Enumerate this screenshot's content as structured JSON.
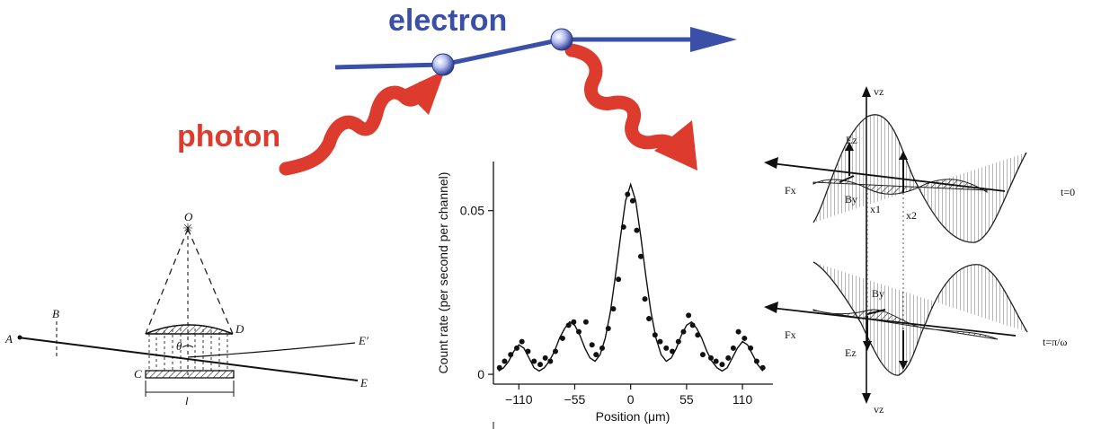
{
  "scattering": {
    "electron_label": "electron",
    "photon_label": "photon",
    "colors": {
      "electron": "#3a4fa8",
      "photon": "#dd3b2e"
    }
  },
  "microscope": {
    "labels": {
      "O": "O",
      "A": "A",
      "B": "B",
      "C": "C",
      "D": "D",
      "E": "E",
      "E_prime": "E′",
      "l": "l",
      "theta": "θ"
    }
  },
  "chart_data": {
    "type": "scatter",
    "xlabel": "Position (μm)",
    "ylabel": "Count rate (per second per channel)",
    "xlim": [
      -135,
      140
    ],
    "ylim": [
      -0.003,
      0.065
    ],
    "x_ticks": [
      -110,
      -55,
      0,
      55,
      110
    ],
    "x_tick_labels": [
      "−110",
      "−55",
      "0",
      "55",
      "110"
    ],
    "y_ticks": [
      0,
      0.05
    ],
    "y_tick_labels": [
      "0",
      "0.05"
    ],
    "series": [
      {
        "kind": "points",
        "x": [
          -129,
          -124,
          -118,
          -112,
          -107,
          -101,
          -95,
          -89,
          -84,
          -79,
          -74,
          -67,
          -61,
          -56,
          -51,
          -44,
          -38,
          -34,
          -28,
          -22,
          -17,
          -12,
          -7,
          -3,
          2,
          6,
          10,
          14,
          18,
          24,
          29,
          35,
          41,
          47,
          52,
          57,
          61,
          66,
          71,
          79,
          84,
          90,
          96,
          101,
          106,
          112,
          118,
          124,
          130
        ],
        "y": [
          0.002,
          0.004,
          0.006,
          0.008,
          0.01,
          0.007,
          0.004,
          0.003,
          0.005,
          0.004,
          0.007,
          0.011,
          0.015,
          0.016,
          0.013,
          0.016,
          0.009,
          0.006,
          0.008,
          0.014,
          0.02,
          0.029,
          0.045,
          0.055,
          0.053,
          0.044,
          0.036,
          0.023,
          0.017,
          0.012,
          0.01,
          0.008,
          0.007,
          0.01,
          0.013,
          0.018,
          0.015,
          0.012,
          0.006,
          0.005,
          0.004,
          0.003,
          0.005,
          0.008,
          0.013,
          0.011,
          0.008,
          0.004,
          0.002
        ]
      },
      {
        "kind": "curve",
        "x": [
          -130,
          -125,
          -120,
          -115,
          -110,
          -105,
          -100,
          -95,
          -90,
          -85,
          -80,
          -75,
          -70,
          -65,
          -60,
          -55,
          -50,
          -45,
          -40,
          -35,
          -30,
          -25,
          -20,
          -15,
          -10,
          -5,
          0,
          5,
          10,
          15,
          20,
          25,
          30,
          35,
          40,
          45,
          50,
          55,
          60,
          65,
          70,
          75,
          80,
          85,
          90,
          95,
          100,
          105,
          110,
          115,
          120,
          125,
          130
        ],
        "y": [
          0.001,
          0.002,
          0.004,
          0.007,
          0.009,
          0.008,
          0.005,
          0.002,
          0.001,
          0.002,
          0.004,
          0.007,
          0.011,
          0.014,
          0.016,
          0.015,
          0.012,
          0.008,
          0.005,
          0.004,
          0.006,
          0.011,
          0.019,
          0.03,
          0.042,
          0.053,
          0.058,
          0.053,
          0.042,
          0.03,
          0.019,
          0.011,
          0.006,
          0.004,
          0.005,
          0.008,
          0.012,
          0.015,
          0.016,
          0.014,
          0.011,
          0.007,
          0.004,
          0.002,
          0.001,
          0.002,
          0.005,
          0.008,
          0.01,
          0.009,
          0.006,
          0.003,
          0.001
        ]
      }
    ]
  },
  "wave": {
    "labels": {
      "vz": "vz",
      "Ez": "Ez",
      "By": "By",
      "Fx": "Fx",
      "x1": "x1",
      "x2": "x2",
      "t0": "t=0",
      "t1": "t=π/ω"
    }
  }
}
